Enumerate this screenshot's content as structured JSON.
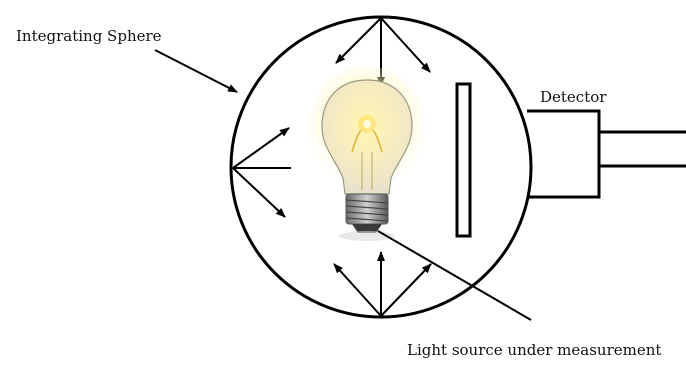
{
  "diagram": {
    "labels": {
      "integrating_sphere": "Integrating Sphere",
      "detector": "Detector",
      "light_source": "Light source under measurement"
    },
    "colors": {
      "line": "#000000",
      "bulb_glow": "#fff2a0",
      "bulb_filament": "#f3c33a",
      "bulb_base": "#8a8a8a"
    }
  }
}
